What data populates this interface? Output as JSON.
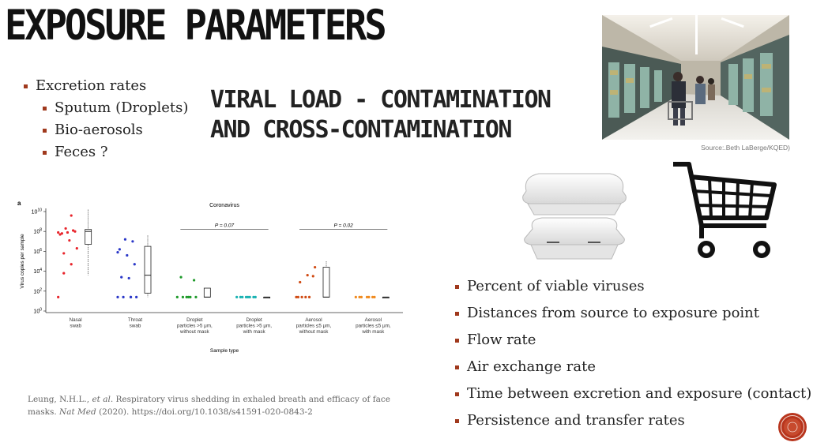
{
  "slide": {
    "title": "EXPOSURE PARAMETERS",
    "subtitle": "VIRAL LOAD - CONTAMINATION\nAND CROSS-CONTAMINATION",
    "left_bullets": [
      {
        "label": "Excretion rates",
        "level": 1
      },
      {
        "label": "Sputum (Droplets)",
        "level": 2
      },
      {
        "label": "Bio-aerosols",
        "level": 2
      },
      {
        "label": "Feces ?",
        "level": 2
      }
    ],
    "right_bullets": [
      "Percent of viable viruses",
      "Distances from source to exposure point",
      "Flow rate",
      "Air exchange rate",
      "Time between excretion and exposure (contact)",
      "Persistence and transfer rates"
    ],
    "photo_caption": "Source:.Beth LaBerge/KQED)",
    "citation": {
      "authors": "Leung, N.H.L., ",
      "etal": "et al.",
      "text": " Respiratory virus shedding in exhaled breath and efficacy of face masks. ",
      "journal": "Nat Med",
      "rest": " (2020). https://doi.org/10.1038/s41591-020-0843-2"
    },
    "accent_color": "#a0391d",
    "icons": [
      "shopping-cart-icon",
      "food-container-icon",
      "grocery-aisle-photo",
      "logo-seal-icon"
    ]
  },
  "chart_data": {
    "type": "scatter",
    "panel_label": "a",
    "title": "Coronavirus",
    "xlabel": "Sample type",
    "ylabel": "Virus copies per sample",
    "y_scale": "log10",
    "ylim": [
      1,
      10000000000
    ],
    "y_tick_labels": [
      "10^0",
      "10^2",
      "10^4",
      "10^6",
      "10^8",
      "10^10"
    ],
    "categories": [
      "Nasal swab",
      "Throat swab",
      "Droplet particles >5 μm, without mask",
      "Droplet particles >5 μm, with mask",
      "Aerosol particles ≤5 μm, without mask",
      "Aerosol particles ≤5 μm, with mask"
    ],
    "category_lines": [
      [
        "Nasal",
        "swab"
      ],
      [
        "Throat",
        "swab"
      ],
      [
        "Droplet",
        "particles >5 μm,",
        "without mask"
      ],
      [
        "Droplet",
        "particles >5 μm,",
        "with mask"
      ],
      [
        "Aerosol",
        "particles ≤5 μm,",
        "without mask"
      ],
      [
        "Aerosol",
        "particles ≤5 μm,",
        "with mask"
      ]
    ],
    "colors": [
      "#e8242b",
      "#2a37c8",
      "#1e9a2a",
      "#19b2b2",
      "#d04a12",
      "#f08a1e"
    ],
    "points": [
      [
        1.4,
        4.7,
        5.8,
        6.3,
        7.1,
        7.8,
        8.0,
        7.9,
        7.7,
        8.1,
        8.3,
        7.9,
        9.6,
        3.8
      ],
      [
        1.4,
        1.4,
        1.4,
        1.4,
        3.3,
        3.4,
        4.7,
        5.6,
        6.2,
        7.0,
        7.2,
        5.9,
        1.4
      ],
      [
        1.4,
        1.4,
        1.4,
        1.4,
        1.4,
        3.4,
        3.1,
        1.4
      ],
      [
        1.4,
        1.4,
        1.4,
        1.4,
        1.4,
        1.4,
        1.4,
        1.4
      ],
      [
        1.4,
        1.4,
        1.4,
        4.4,
        3.6,
        2.9,
        3.5,
        1.4,
        1.4
      ],
      [
        1.4,
        1.4,
        1.4,
        1.4,
        1.4,
        1.4,
        1.4
      ]
    ],
    "boxes": [
      {
        "q1": 6.7,
        "median": 8.0,
        "q3": 8.2,
        "low": 3.6,
        "high": 10.2
      },
      {
        "q1": 1.8,
        "median": 3.6,
        "q3": 6.5,
        "low": 1.4,
        "high": 7.6
      },
      {
        "q1": 1.4,
        "median": 1.4,
        "q3": 2.3,
        "low": 1.4,
        "high": 2.3
      },
      {
        "q1": 1.4,
        "median": 1.4,
        "q3": 1.4,
        "low": 1.4,
        "high": 1.4
      },
      {
        "q1": 1.4,
        "median": 1.4,
        "q3": 4.4,
        "low": 1.4,
        "high": 5.0
      },
      {
        "q1": 1.4,
        "median": 1.4,
        "q3": 1.4,
        "low": 1.4,
        "high": 1.4
      }
    ],
    "annotations": [
      {
        "text": "P = 0.07",
        "between": [
          2,
          3
        ],
        "y": 8.2
      },
      {
        "text": "P = 0.02",
        "between": [
          4,
          5
        ],
        "y": 8.2
      }
    ]
  }
}
